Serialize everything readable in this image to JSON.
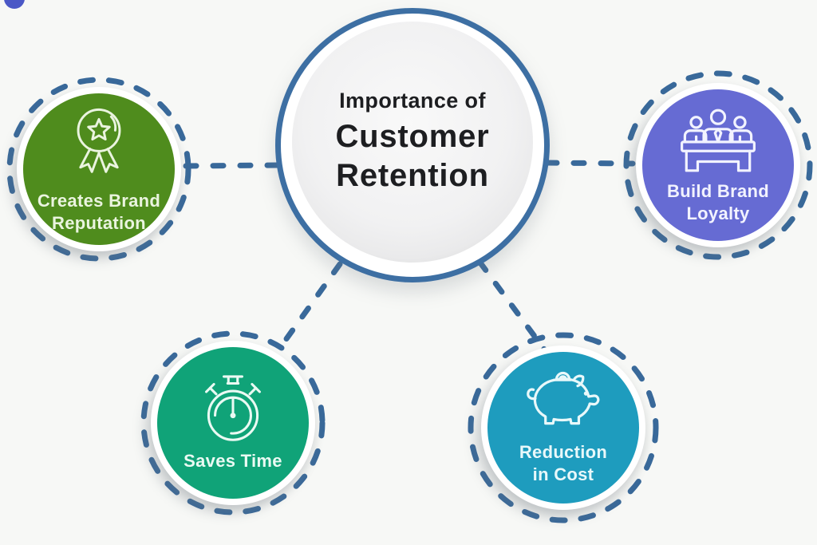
{
  "title": {
    "line1": "Importance of",
    "line2": "Customer",
    "line3": "Retention"
  },
  "nodes": [
    {
      "name": "creates-brand-reputation",
      "label_line1": "Creates Brand",
      "label_line2": "Reputation",
      "icon": "award-ribbon-icon",
      "fill": "#4f8c1d",
      "text_color": "#eaf4df"
    },
    {
      "name": "build-brand-loyalty",
      "label_line1": "Build Brand",
      "label_line2": "Loyalty",
      "icon": "team-at-table-icon",
      "fill": "#666bd3",
      "text_color": "#f2f3ff"
    },
    {
      "name": "saves-time",
      "label_line1": "Saves Time",
      "label_line2": "",
      "icon": "stopwatch-icon",
      "fill": "#10a378",
      "text_color": "#eafaf3"
    },
    {
      "name": "reduction-in-cost",
      "label_line1": "Reduction",
      "label_line2": "in Cost",
      "icon": "piggy-bank-icon",
      "fill": "#1e9cbe",
      "text_color": "#e8f8fa"
    }
  ],
  "colors": {
    "background": "#f7f8f6",
    "connector_blue": "#39699a",
    "center_ring_blue": "#3d6fa3",
    "center_title_text": "#1d1e21",
    "corner_dot": "#4b58c6"
  }
}
